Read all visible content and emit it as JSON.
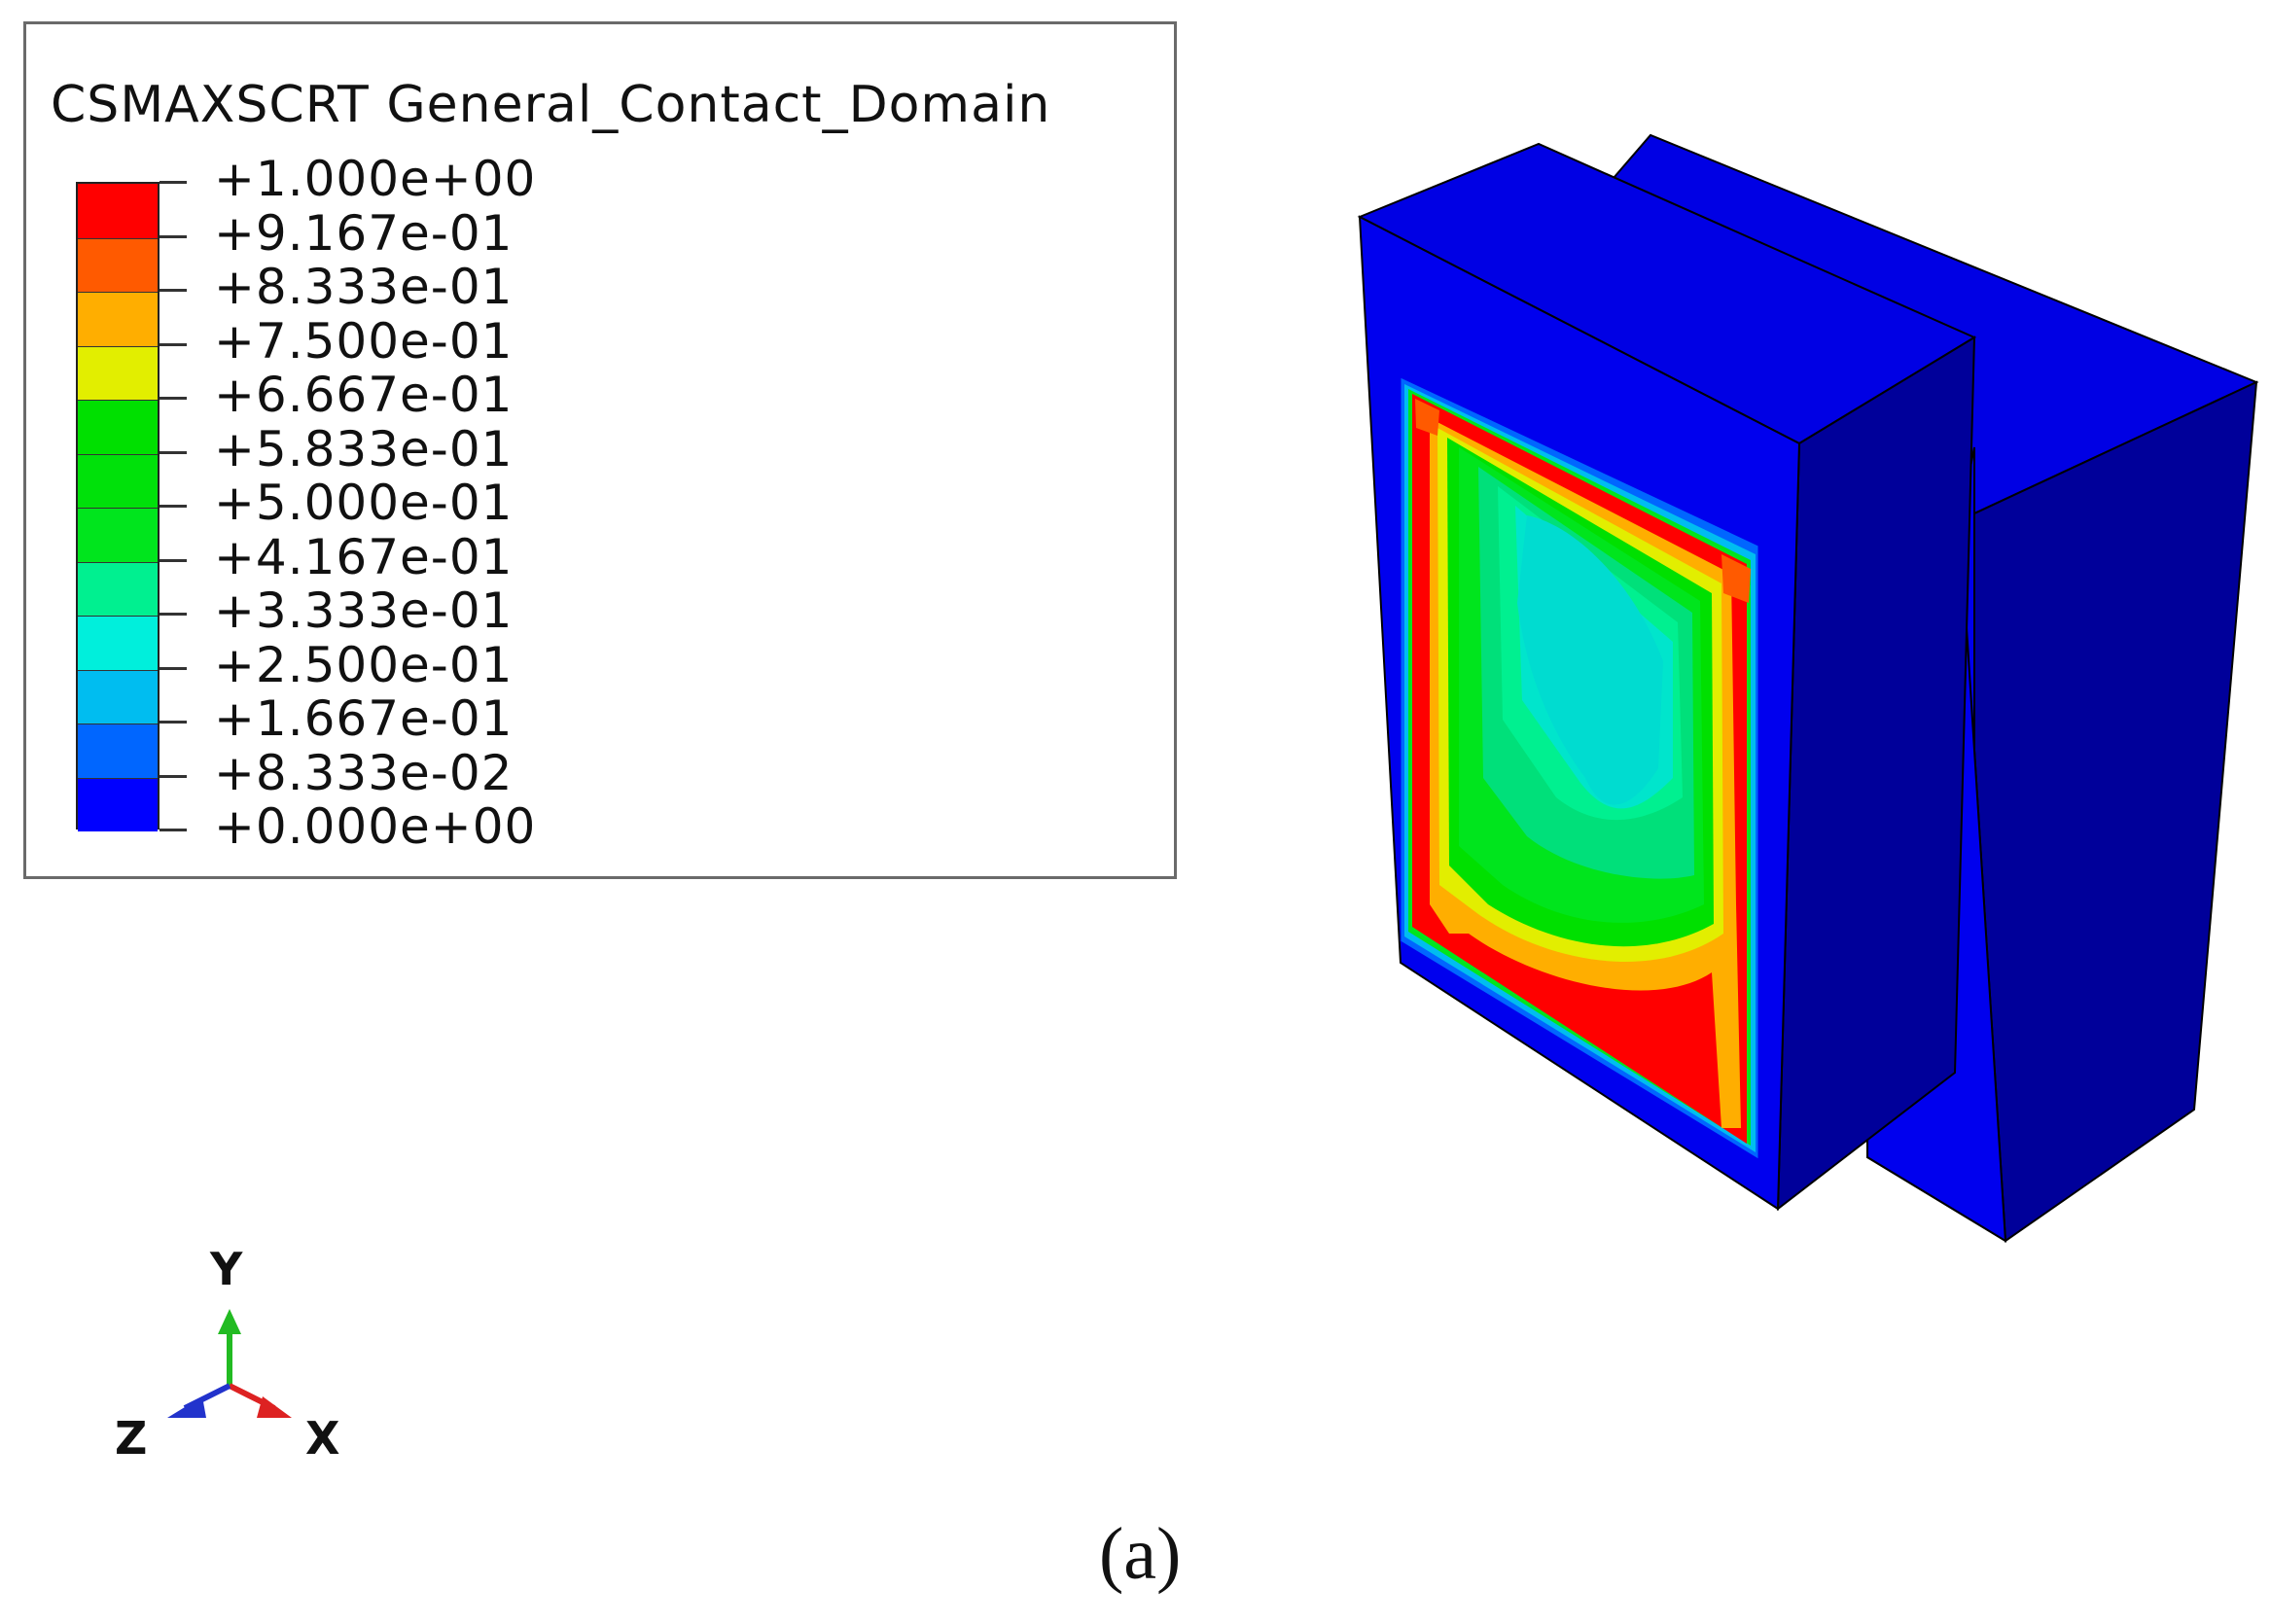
{
  "legend": {
    "title": "CSMAXSCRT General_Contact_Domain",
    "entries": [
      {
        "label": "+1.000e+00",
        "color": "#ff0000"
      },
      {
        "label": "+9.167e-01",
        "color": "#ff5a00"
      },
      {
        "label": "+8.333e-01",
        "color": "#ffae00"
      },
      {
        "label": "+7.500e-01",
        "color": "#e2ee00"
      },
      {
        "label": "+6.667e-01",
        "color": "#00e000"
      },
      {
        "label": "+5.833e-01",
        "color": "#00e10a"
      },
      {
        "label": "+5.000e-01",
        "color": "#00e51d"
      },
      {
        "label": "+4.167e-01",
        "color": "#00f090"
      },
      {
        "label": "+3.333e-01",
        "color": "#00efdc"
      },
      {
        "label": "+2.500e-01",
        "color": "#00bdf0"
      },
      {
        "label": "+1.667e-01",
        "color": "#0066ff"
      },
      {
        "label": "+8.333e-02",
        "color": "#0000ff"
      },
      {
        "label": "+0.000e+00",
        "color": null
      }
    ]
  },
  "triad": {
    "y_label": "Y",
    "z_label": "Z",
    "x_label": "X",
    "y_color": "#22bb22",
    "z_color": "#2233cc",
    "x_color": "#dd2222"
  },
  "caption": "(a)",
  "colors": {
    "body_front": "#0000ee",
    "body_side": "#00009a",
    "body_top": "#0000e0"
  }
}
